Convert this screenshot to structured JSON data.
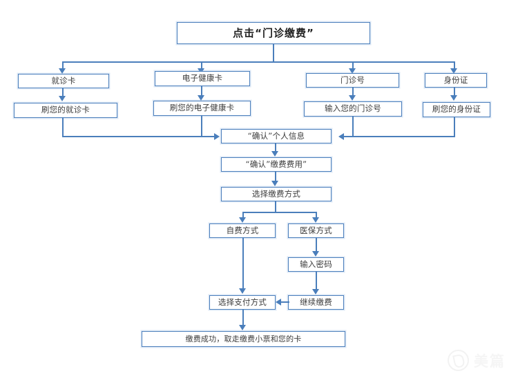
{
  "diagram": {
    "title_node": {
      "label": "点击“门诊缴费”"
    },
    "identify_methods": [
      {
        "key": "card",
        "label": "就诊卡"
      },
      {
        "key": "ehealth",
        "label": "电子健康卡"
      },
      {
        "key": "visit_no",
        "label": "门诊号"
      },
      {
        "key": "id_card",
        "label": "身份证"
      }
    ],
    "identify_actions": [
      {
        "key": "swipe_card",
        "label": "刷您的就诊卡"
      },
      {
        "key": "swipe_ehealth",
        "label": "刷您的电子健康卡"
      },
      {
        "key": "enter_visit_no",
        "label": "输入您的门诊号"
      },
      {
        "key": "swipe_id_card",
        "label": "刷您的身份证"
      }
    ],
    "main_steps": [
      {
        "key": "confirm_info",
        "label": "“确认”个人信息"
      },
      {
        "key": "confirm_fee",
        "label": "“确认”缴费费用”"
      },
      {
        "key": "choose_pay_method",
        "label": "选择缴费方式"
      }
    ],
    "pay_methods": [
      {
        "key": "self_pay",
        "label": "自费方式"
      },
      {
        "key": "insurance",
        "label": "医保方式"
      }
    ],
    "insurance_steps": [
      {
        "key": "enter_password",
        "label": "输入密码"
      },
      {
        "key": "continue_pay",
        "label": "继续缴费"
      }
    ],
    "choose_payment": {
      "label": "选择支付方式"
    },
    "result": {
      "label": "缴费成功，取走缴费小票和您的卡"
    }
  },
  "watermark": {
    "text": "美篇",
    "logo_name": "meipian-logo-icon"
  },
  "colors": {
    "line": "#4a7ebb",
    "box_border": "#4a7ebb",
    "text": "#3b3b3b",
    "background": "#ffffff"
  }
}
